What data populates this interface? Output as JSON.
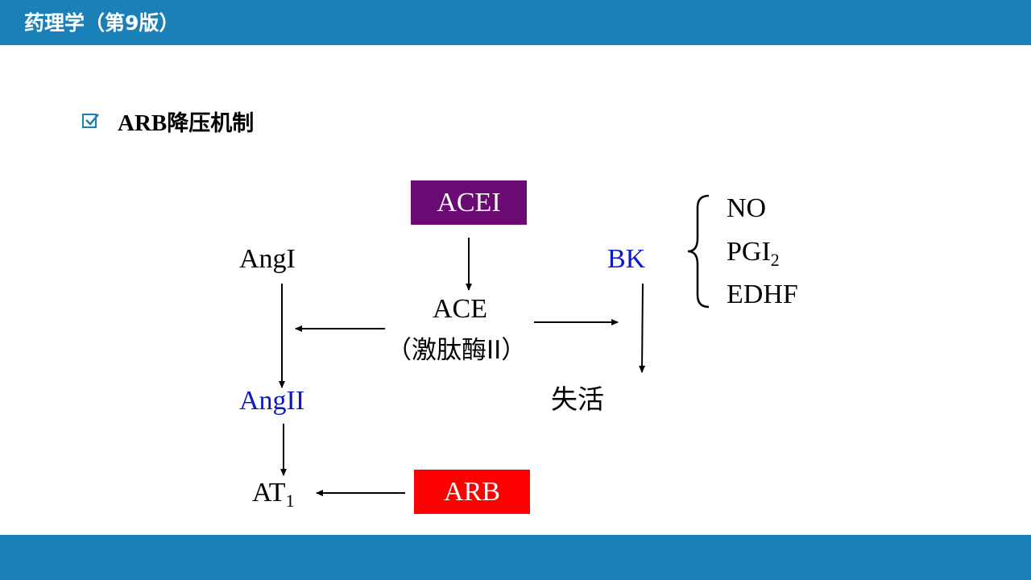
{
  "header": {
    "title": "药理学（第9版）"
  },
  "heading": {
    "prefix": "ARB",
    "text": "降压机制"
  },
  "diagram": {
    "acei": "ACEI",
    "ace": "ACE",
    "ace_sub": "（激肽酶II）",
    "ang1": "AngI",
    "ang2": "AngII",
    "at1_base": "AT",
    "at1_sub": "1",
    "arb": "ARB",
    "bk": "BK",
    "inactive": "失活",
    "products": {
      "no": "NO",
      "pgi_base": "PGI",
      "pgi_sub": "2",
      "edhf": "EDHF"
    }
  },
  "colors": {
    "brand": "#1a80b8",
    "acei_box": "#6b0a72",
    "arb_box": "#ff0000",
    "highlight_text": "#0c18c8"
  }
}
